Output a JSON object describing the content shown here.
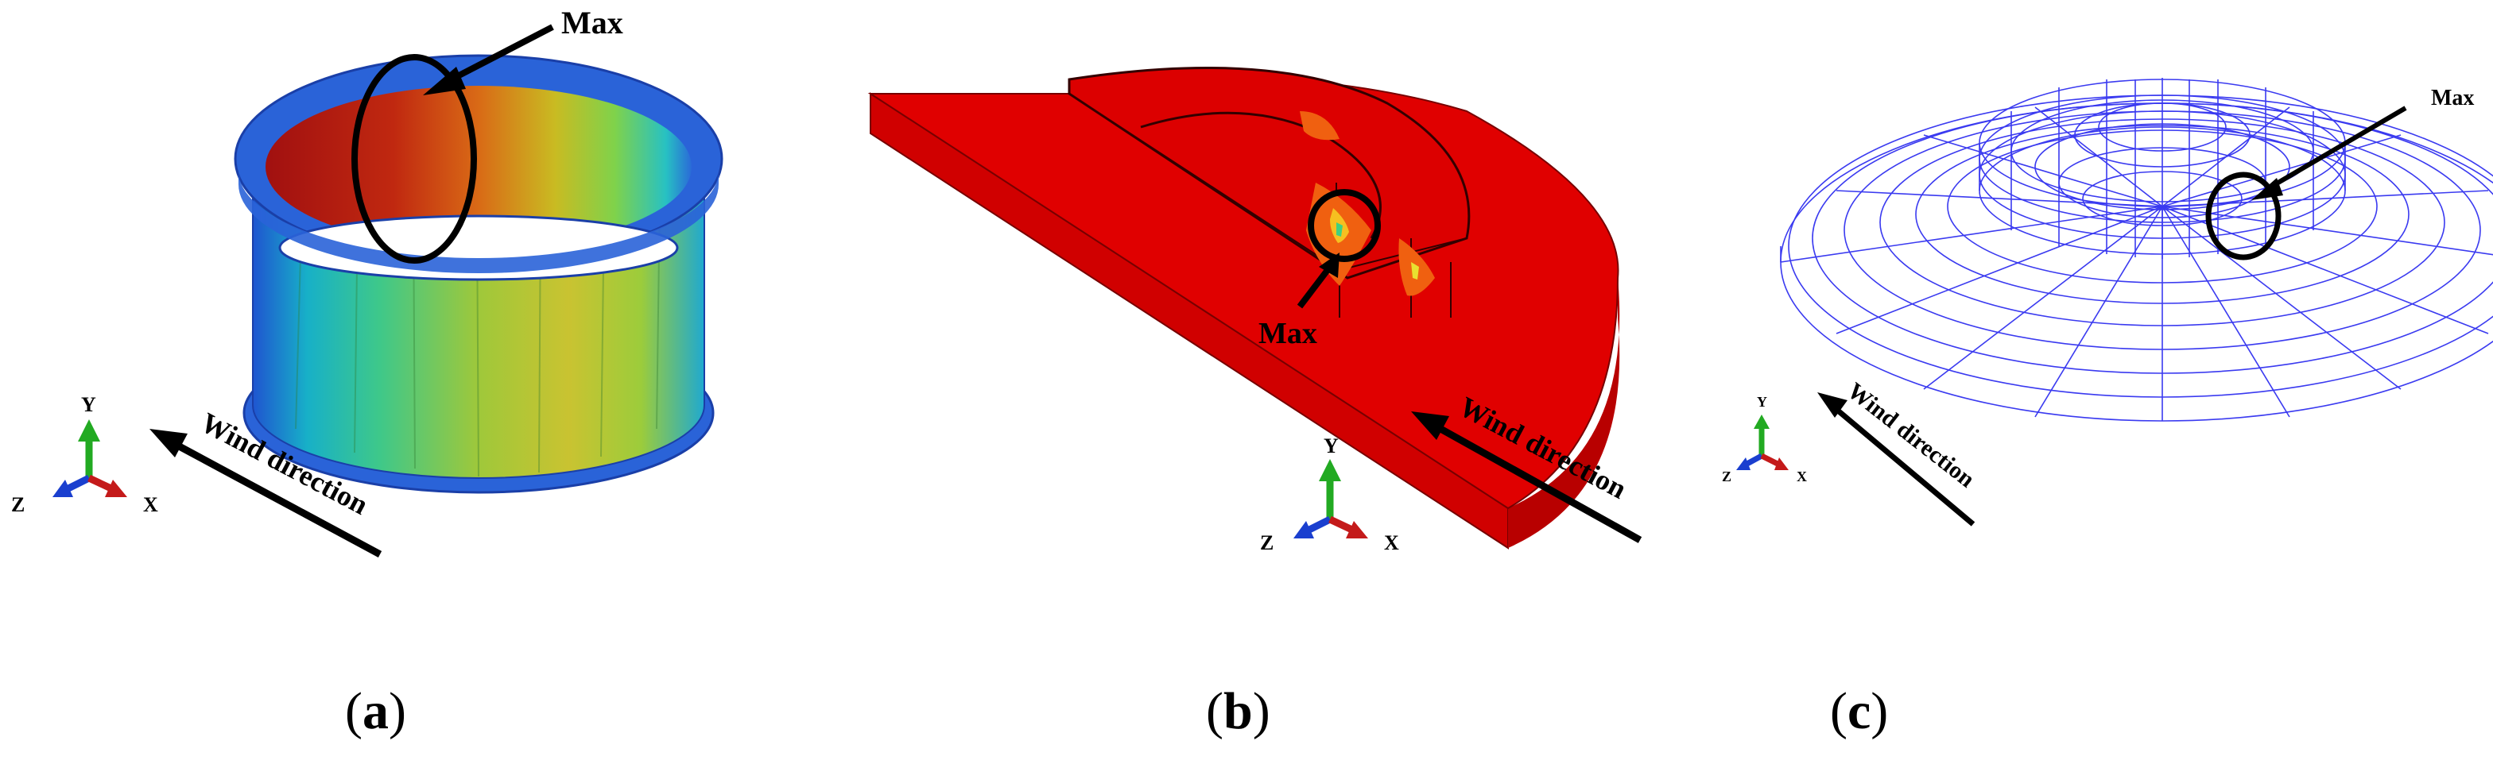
{
  "panels": [
    {
      "id": "a",
      "label": "a",
      "max_label": "Max",
      "wind_label": "Wind direction",
      "axes": {
        "y": "Y",
        "z": "Z",
        "x": "X"
      }
    },
    {
      "id": "b",
      "label": "b",
      "max_label": "Max",
      "wind_label": "Wind direction",
      "axes": {
        "y": "Y",
        "z": "Z",
        "x": "X"
      }
    },
    {
      "id": "c",
      "label": "c",
      "max_label": "Max",
      "wind_label": "Wind direction",
      "axes": {
        "y": "Y",
        "z": "Z",
        "x": "X"
      }
    }
  ],
  "colors": {
    "ring_outer": "#2a5fd6",
    "contour_high": "#c01010",
    "contour_low": "#2060e0",
    "solid_red": "#e00000",
    "mesh": "#3a3af0",
    "axis_y": "#22aa22",
    "axis_z": "#1a3fcf",
    "axis_x": "#c41a1a"
  }
}
